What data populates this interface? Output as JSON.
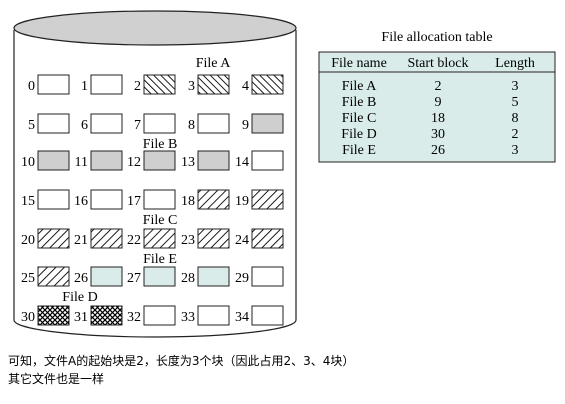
{
  "figure": {
    "blocks": [
      {
        "n": "0",
        "fill": "empty"
      },
      {
        "n": "1",
        "fill": "empty"
      },
      {
        "n": "2",
        "fill": "hatch-back"
      },
      {
        "n": "3",
        "fill": "hatch-back"
      },
      {
        "n": "4",
        "fill": "hatch-back"
      },
      {
        "n": "5",
        "fill": "empty"
      },
      {
        "n": "6",
        "fill": "empty"
      },
      {
        "n": "7",
        "fill": "empty"
      },
      {
        "n": "8",
        "fill": "empty"
      },
      {
        "n": "9",
        "fill": "gray"
      },
      {
        "n": "10",
        "fill": "gray"
      },
      {
        "n": "11",
        "fill": "gray"
      },
      {
        "n": "12",
        "fill": "gray"
      },
      {
        "n": "13",
        "fill": "gray"
      },
      {
        "n": "14",
        "fill": "empty"
      },
      {
        "n": "15",
        "fill": "empty"
      },
      {
        "n": "16",
        "fill": "empty"
      },
      {
        "n": "17",
        "fill": "empty"
      },
      {
        "n": "18",
        "fill": "hatch-fwd"
      },
      {
        "n": "19",
        "fill": "hatch-fwd"
      },
      {
        "n": "20",
        "fill": "hatch-fwd"
      },
      {
        "n": "21",
        "fill": "hatch-fwd"
      },
      {
        "n": "22",
        "fill": "hatch-fwd"
      },
      {
        "n": "23",
        "fill": "hatch-fwd"
      },
      {
        "n": "24",
        "fill": "hatch-fwd"
      },
      {
        "n": "25",
        "fill": "hatch-fwd"
      },
      {
        "n": "26",
        "fill": "teal"
      },
      {
        "n": "27",
        "fill": "teal"
      },
      {
        "n": "28",
        "fill": "teal"
      },
      {
        "n": "29",
        "fill": "empty"
      },
      {
        "n": "30",
        "fill": "crosshatch"
      },
      {
        "n": "31",
        "fill": "crosshatch"
      },
      {
        "n": "32",
        "fill": "empty"
      },
      {
        "n": "33",
        "fill": "empty"
      },
      {
        "n": "34",
        "fill": "empty"
      }
    ],
    "file_labels": [
      "File A",
      "File B",
      "File C",
      "File E",
      "File D"
    ],
    "colors": {
      "gray": "#cfcfcf",
      "teal": "#d9ecea",
      "table_bg": "#d9ecea",
      "stroke": "#222222"
    }
  },
  "table": {
    "title": "File allocation table",
    "headers": [
      "File name",
      "Start block",
      "Length"
    ],
    "rows": [
      [
        "File A",
        "2",
        "3"
      ],
      [
        "File B",
        "9",
        "5"
      ],
      [
        "File C",
        "18",
        "8"
      ],
      [
        "File D",
        "30",
        "2"
      ],
      [
        "File E",
        "26",
        "3"
      ]
    ]
  },
  "caption": {
    "line1": "可知，文件A的起始块是2，长度为3个块（因此占用2、3、4块）",
    "line2": "其它文件也是一样"
  }
}
